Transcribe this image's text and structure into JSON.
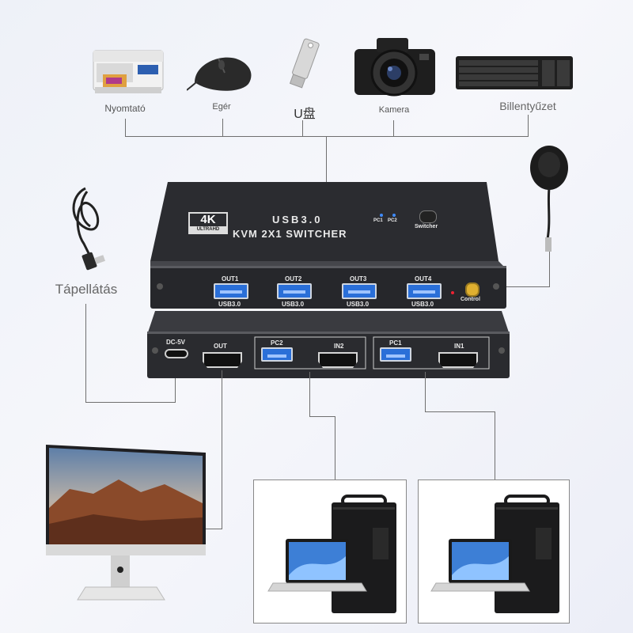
{
  "peripherals": {
    "printer_label": "Nyomtató",
    "mouse_label": "Egér",
    "usb_label": "U盘",
    "camera_label": "Kamera",
    "keyboard_label": "Billentyűzet"
  },
  "power_label": "Tápellátás",
  "device": {
    "badge_4k": "4K",
    "badge_ultrahd": "ULTRAHD",
    "title_line1": "USB3.0",
    "title_line2": "KVM 2X1 SWITCHER",
    "led_pc1": "PC1",
    "led_pc2": "PC2",
    "switcher_label": "Switcher",
    "front_ports": [
      {
        "name": "OUT1",
        "sub": "USB3.0"
      },
      {
        "name": "OUT2",
        "sub": "USB3.0"
      },
      {
        "name": "OUT3",
        "sub": "USB3.0"
      },
      {
        "name": "OUT4",
        "sub": "USB3.0"
      }
    ],
    "control_label": "Control",
    "rear": {
      "dc_label": "DC-5V",
      "out_label": "OUT",
      "pc2_label": "PC2",
      "in2_label": "IN2",
      "pc1_label": "PC1",
      "in1_label": "IN1"
    }
  },
  "colors": {
    "device_body": "#2b2c30",
    "usb_port": "#2a6fd8",
    "line": "#6f6f6f",
    "background": "#f1f3f9"
  }
}
